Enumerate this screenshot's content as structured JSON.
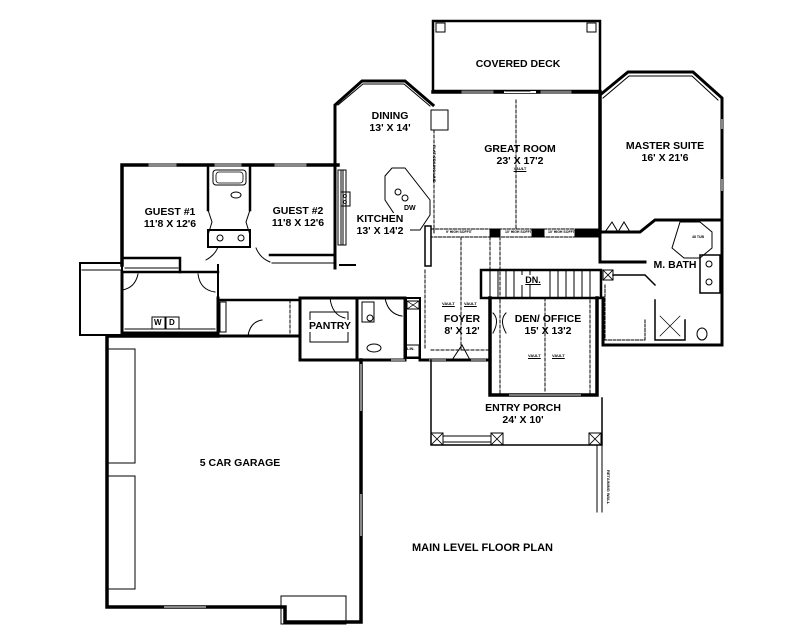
{
  "plan": {
    "title": "MAIN LEVEL FLOOR PLAN",
    "rooms": [
      {
        "id": "covered-deck",
        "name": "COVERED DECK",
        "size": ""
      },
      {
        "id": "dining",
        "name": "DINING",
        "size": "13' X 14'"
      },
      {
        "id": "great-room",
        "name": "GREAT ROOM",
        "size": "23' X 17'2"
      },
      {
        "id": "master-suite",
        "name": "MASTER SUITE",
        "size": "16' X 21'6"
      },
      {
        "id": "guest-1",
        "name": "GUEST #1",
        "size": "11'8 X 12'6"
      },
      {
        "id": "guest-2",
        "name": "GUEST #2",
        "size": "11'8 X 12'6"
      },
      {
        "id": "kitchen",
        "name": "KITCHEN",
        "size": "13' X 14'2"
      },
      {
        "id": "m-bath",
        "name": "M. BATH",
        "size": ""
      },
      {
        "id": "pantry",
        "name": "PANTRY",
        "size": ""
      },
      {
        "id": "foyer",
        "name": "FOYER",
        "size": "8' X 12'"
      },
      {
        "id": "den-office",
        "name": "DEN/ OFFICE",
        "size": "15' X 13'2"
      },
      {
        "id": "entry-porch",
        "name": "ENTRY PORCH",
        "size": "24' X 10'"
      },
      {
        "id": "garage",
        "name": "5 CAR GARAGE",
        "size": ""
      }
    ],
    "annotations": {
      "stairs": "DN.",
      "dishwasher": "DW",
      "washer": "W",
      "dryer": "D",
      "linen": "LIN.",
      "vault": "VAULT",
      "flat_ceiling": "FLAT CEILING LINE",
      "soffit_9": "9' HIGH SOFFIT",
      "soffit_10a": "10' HIGH SOFFIT",
      "soffit_10b": "10' HIGH SOFFIT",
      "tub": "48 TUB",
      "retaining_wall": "RETAINING WALL"
    }
  }
}
